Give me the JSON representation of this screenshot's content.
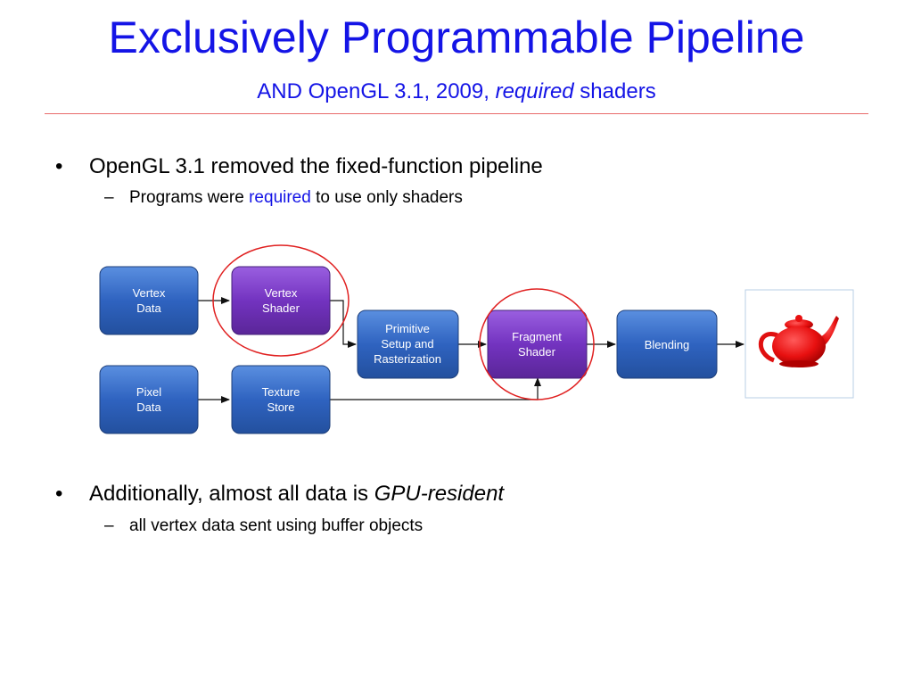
{
  "slide": {
    "title": "Exclusively Programmable Pipeline",
    "subtitle_pre": "AND OpenGL 3.1, 2009, ",
    "subtitle_em": "required",
    "subtitle_post": " shaders"
  },
  "bullets": [
    {
      "symbol": "•",
      "text_pre": "OpenGL 3.1 removed the fixed-function pipeline",
      "text_em": "",
      "sub": {
        "symbol": "–",
        "text_pre": "Programs were ",
        "text_highlight": "required",
        "text_post": " to use only shaders"
      }
    },
    {
      "symbol": "•",
      "text_pre": "Additionally, almost all data is ",
      "text_em": "GPU-resident",
      "sub": {
        "symbol": "–",
        "text_pre": "all vertex data sent using buffer objects",
        "text_highlight": "",
        "text_post": ""
      }
    }
  ],
  "diagram": {
    "nodes": {
      "vertex_data": [
        "Vertex",
        "Data"
      ],
      "vertex_shader": [
        "Vertex",
        "Shader"
      ],
      "primitive_setup": [
        "Primitive",
        "Setup and",
        "Rasterization"
      ],
      "fragment_shader": [
        "Fragment",
        "Shader"
      ],
      "blending": [
        "Blending"
      ],
      "pixel_data": [
        "Pixel",
        "Data"
      ],
      "texture_store": [
        "Texture",
        "Store"
      ]
    },
    "highlighted": [
      "vertex_shader",
      "fragment_shader"
    ],
    "output_image": "teapot-render",
    "colors": {
      "fixed_stage": "#3a6fc4",
      "programmable_stage": "#7a3fc0",
      "highlight_ring": "#e02020",
      "teapot": "#ee1111"
    }
  }
}
